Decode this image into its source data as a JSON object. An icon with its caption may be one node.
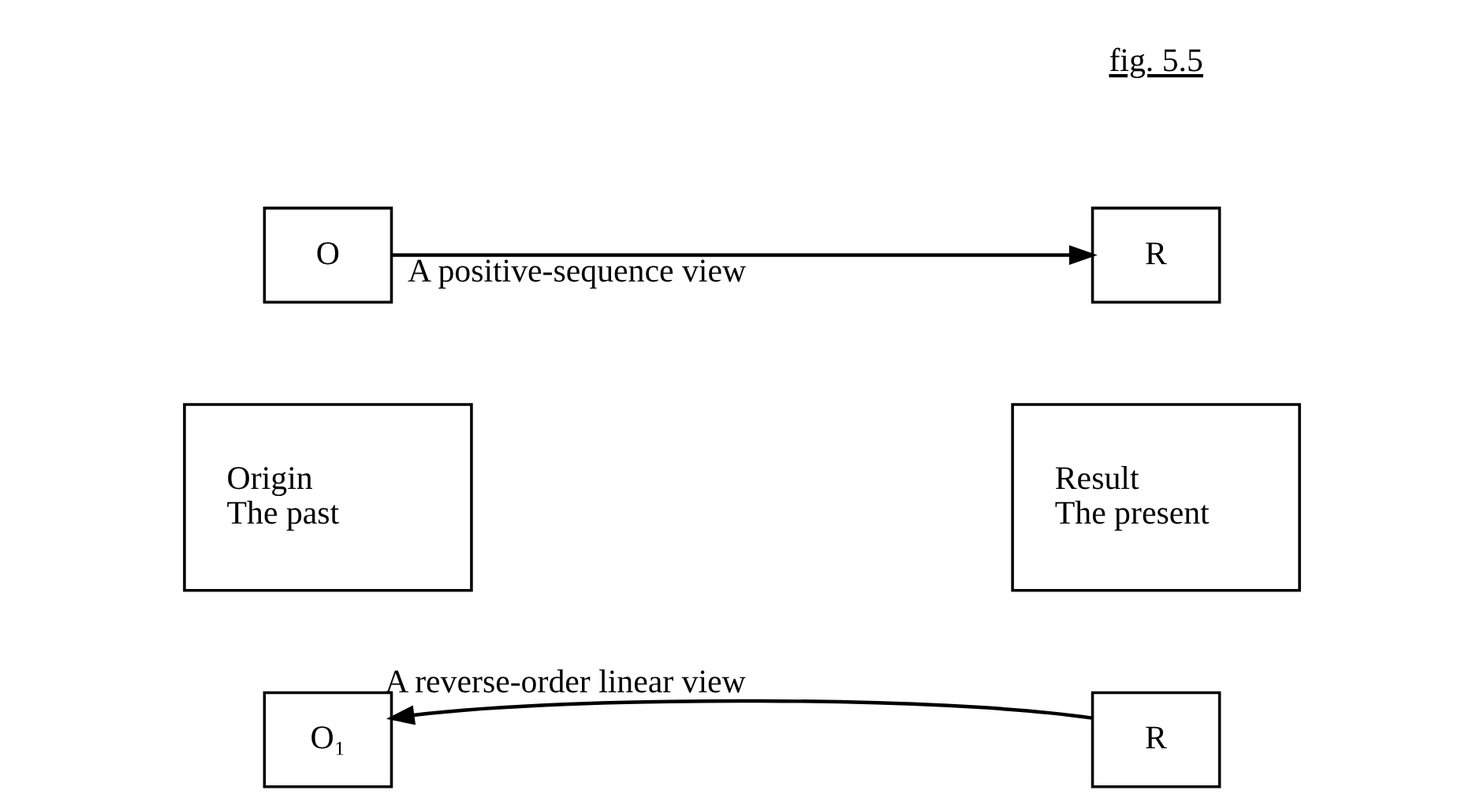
{
  "diagram": {
    "nodes": [
      {
        "text": [
          "O"
        ]
      },
      {
        "text": [
          "R"
        ]
      },
      {
        "text": [
          "Origin",
          "The past"
        ]
      },
      {
        "text": [
          "Result",
          "The present"
        ]
      },
      {
        "text": [
          "O₁"
        ]
      },
      {
        "text": [
          "R"
        ]
      }
    ],
    "edges": [
      {
        "from": 0,
        "to": 1,
        "arrow": "to",
        "label": "A positive-sequence view"
      },
      {
        "from": 5,
        "to": 4,
        "arrow": "to",
        "label": "A reverse-order linear view"
      }
    ],
    "labels": [
      "fig. 5.5"
    ]
  }
}
